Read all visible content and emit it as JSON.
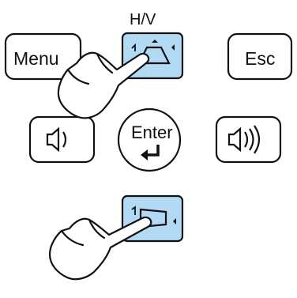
{
  "top_label": "H/V",
  "buttons": {
    "menu": "Menu",
    "esc": "Esc",
    "enter": "Enter"
  },
  "icons": {
    "keystone_top": "keystone-horizontal-vertical-icon",
    "keystone_bottom": "keystone-adjust-icon",
    "volume_down": "volume-down-icon",
    "volume_up": "volume-up-icon",
    "enter_arrow": "enter-return-arrow-icon",
    "pointer_hand": "pointing-hand-icon"
  },
  "colors": {
    "key_highlight": "#b3daf5",
    "outline": "#111111",
    "background": "#ffffff"
  }
}
